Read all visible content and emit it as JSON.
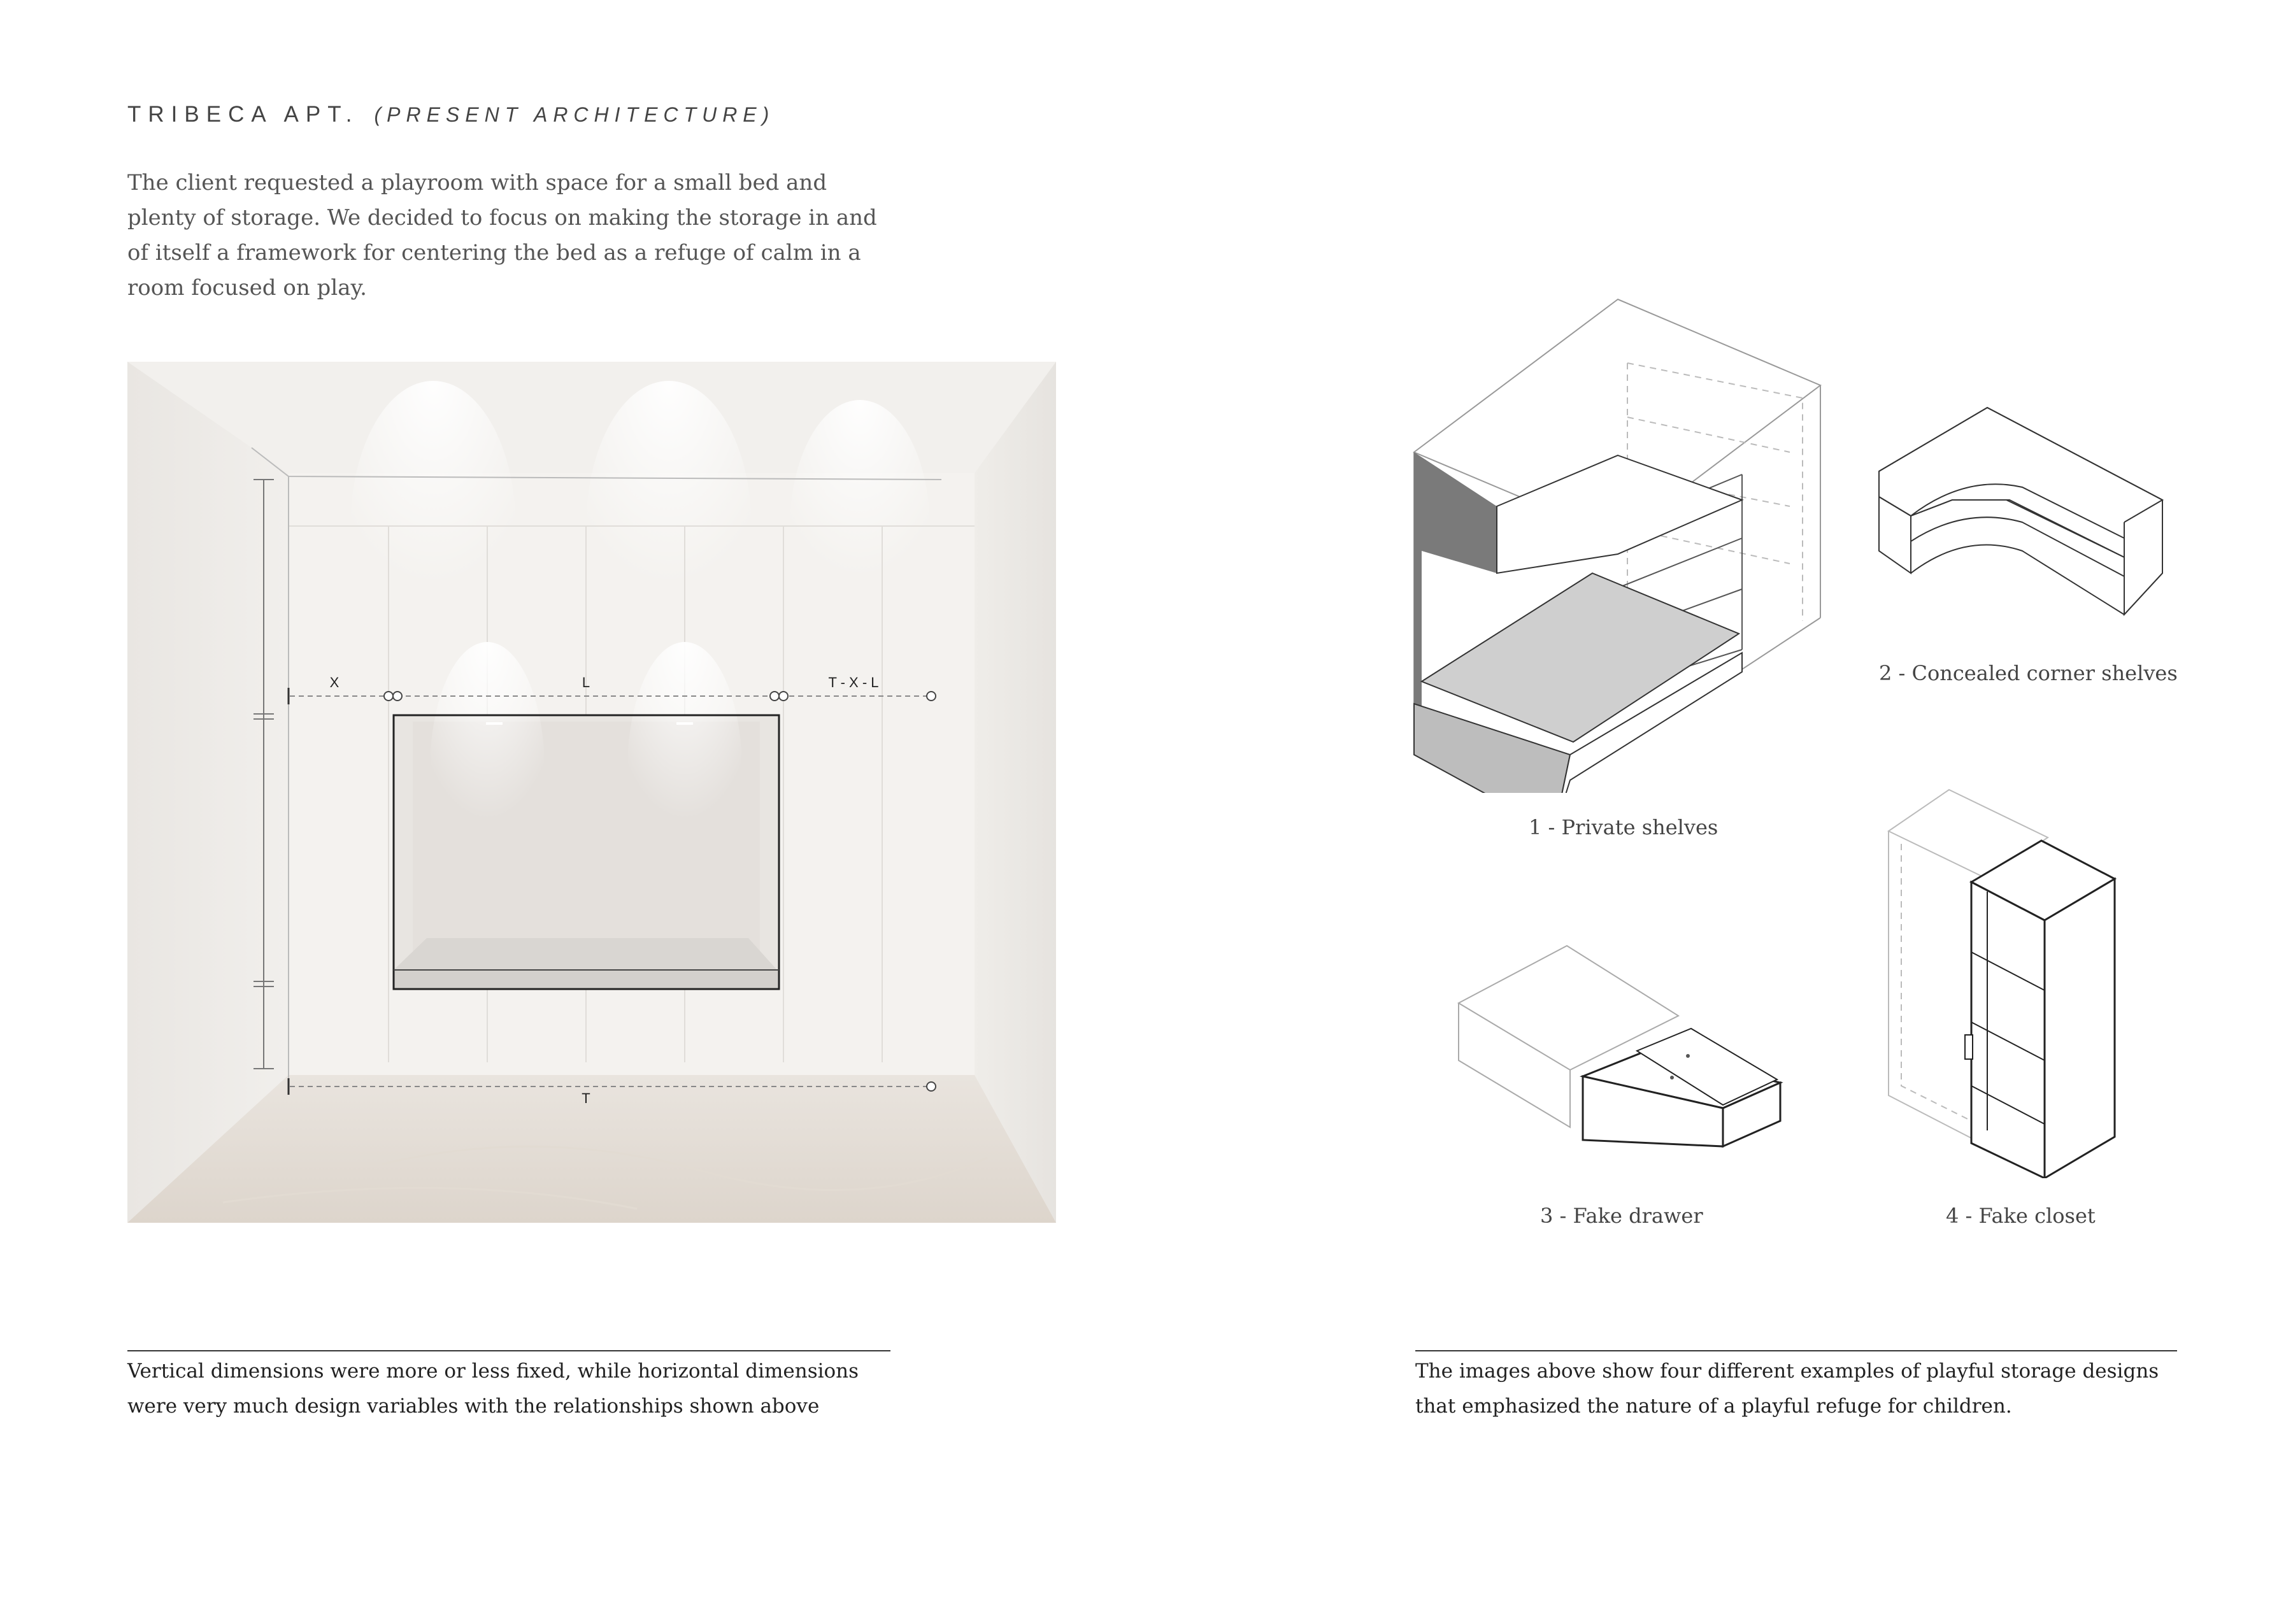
{
  "header": {
    "title": "TRIBECA APT.",
    "subtitle": "(PRESENT ARCHITECTURE)"
  },
  "intro": {
    "text": "The client requested a playroom with space for a small bed and plenty of storage. We decided to focus on making the storage in and of itself a framework for centering the bed as a refuge of calm in a room focused on play."
  },
  "render": {
    "labels": {
      "x": "X",
      "l": "L",
      "txl": "T - X - L",
      "t": "T"
    }
  },
  "left_caption": {
    "text": "Vertical dimensions were more or less fixed, while horizontal dimensions were very much design variables with the relationships shown above"
  },
  "diagrams": [
    {
      "caption": "1 - Private shelves",
      "icon": "private-shelves-axonometric"
    },
    {
      "caption": "2 - Concealed corner shelves",
      "icon": "corner-shelves-axonometric"
    },
    {
      "caption": "3 - Fake drawer",
      "icon": "fake-drawer-axonometric"
    },
    {
      "caption": "4 - Fake closet",
      "icon": "fake-closet-axonometric"
    }
  ],
  "right_caption": {
    "text": "The images above show four different examples of playful storage designs that emphasized the nature of a playful refuge for children."
  }
}
